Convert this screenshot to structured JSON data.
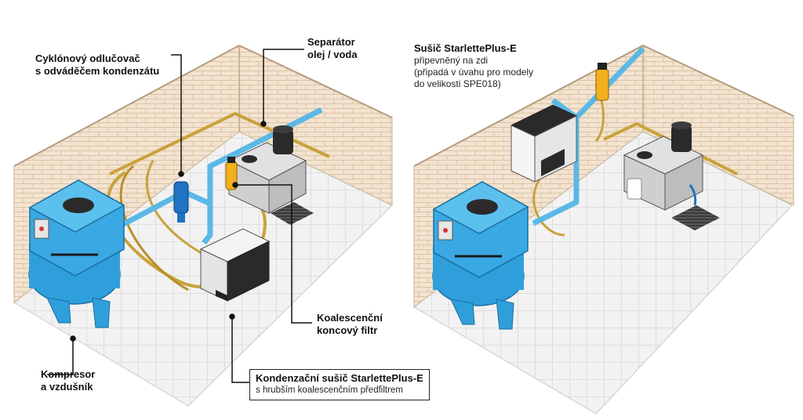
{
  "labels": {
    "cyclone": {
      "line1": "Cyklónový odlučovač",
      "line2": "s odváděčem kondenzátu"
    },
    "separator": {
      "line1": "Separátor",
      "line2": "olej / voda"
    },
    "compressor": {
      "line1": "Kompresor",
      "line2": "a vzdušník"
    },
    "coalescing_filter": {
      "line1": "Koalescenční",
      "line2": "koncový filtr"
    },
    "dryer_box": {
      "title": "Kondenzační sušič StarlettePlus-E",
      "subtitle": "s hrubším koalescenčním předfiltrem"
    },
    "wall_dryer": {
      "title": "Sušič StarlettePlus-E",
      "line1": "připevněný na zdi",
      "line2": "(připadá v úvahu pro modely",
      "line3": "do velikosti SPE018)"
    }
  },
  "colors": {
    "tank_blue": "#2f9fdc",
    "pipe_blue": "#5bb8e6",
    "hose_gold": "#c9a23a",
    "brick_wall": "#f3e3cf",
    "floor": "#f2f2f2",
    "dryer_white": "#f4f4f4",
    "separator_grey": "#cfcfcf",
    "filter_yellow": "#f2b01e",
    "leader_line": "#111111"
  }
}
